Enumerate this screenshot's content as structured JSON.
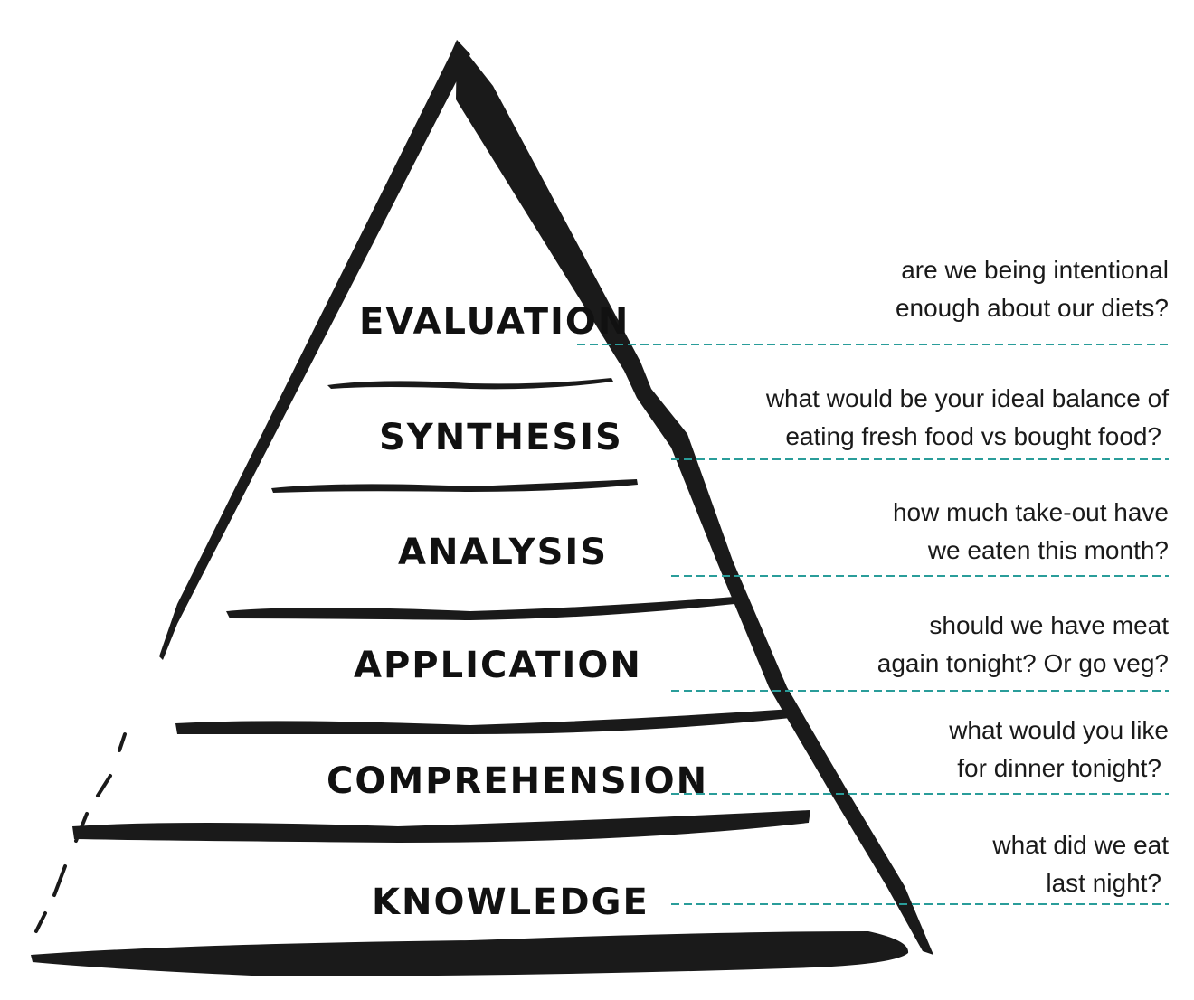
{
  "diagram": {
    "accent_color": "#2a9d9a",
    "ink_color": "#1a1a1a",
    "levels": [
      {
        "name": "EVALUATION",
        "question": [
          "are we being intentional",
          "enough about our diets?"
        ]
      },
      {
        "name": "SYNTHESIS",
        "question": [
          "what would be your ideal balance of",
          "eating fresh food vs bought food?"
        ]
      },
      {
        "name": "ANALYSIS",
        "question": [
          "how much take-out have",
          "we eaten this month?"
        ]
      },
      {
        "name": "APPLICATION",
        "question": [
          "should we have meat",
          "again tonight? Or go veg?"
        ]
      },
      {
        "name": "COMPREHENSION",
        "question": [
          "what would you like",
          "for dinner tonight?"
        ]
      },
      {
        "name": "KNOWLEDGE",
        "question": [
          "what did we eat",
          "last night?"
        ]
      }
    ]
  }
}
